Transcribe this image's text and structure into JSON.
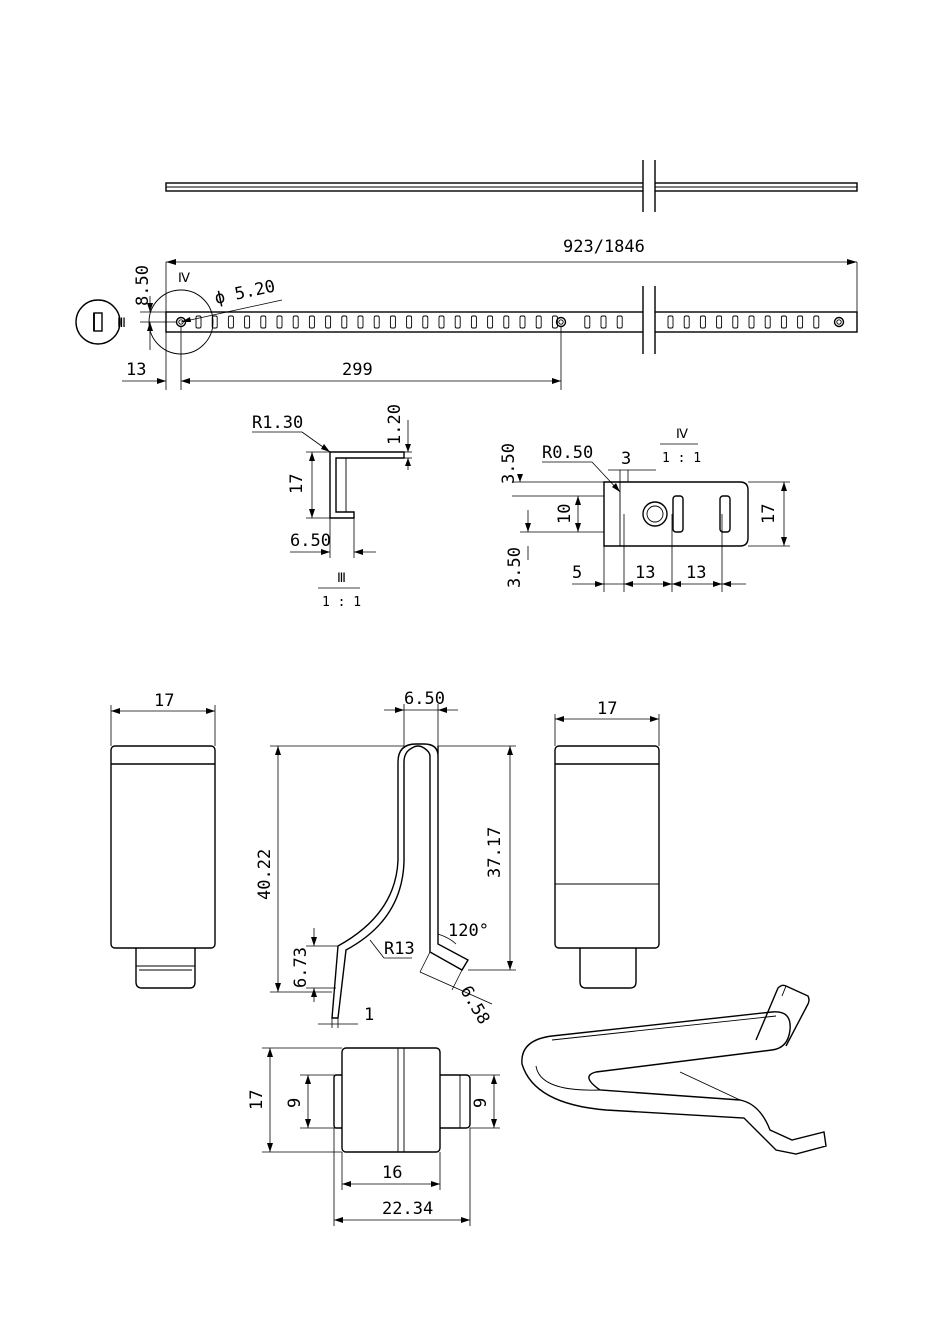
{
  "dims": {
    "total_length": "923/1846",
    "hole_dia": "ϕ 5.20",
    "top_offset": "8.50",
    "left_offset": "13",
    "hole_spacing": "299",
    "r_small": "R1.30",
    "thickness": "1.20",
    "height_17": "17",
    "flange": "6.50",
    "r_half": "R0.50",
    "d3": "3",
    "d3_50_top": "3.50",
    "d10": "10",
    "d3_50_bot": "3.50",
    "d5": "5",
    "d13a": "13",
    "d13b": "13",
    "d17_right": "17",
    "w17_left": "17",
    "top_6_50": "6.50",
    "h40_22": "40.22",
    "h37_17": "37.17",
    "r13": "R13",
    "angle": "120°",
    "d6_73": "6.73",
    "d6_58": "6.58",
    "d1": "1",
    "w17_right": "17",
    "v17": "17",
    "tab9_left": "9",
    "tab9_right": "9",
    "w16": "16",
    "w22_34": "22.34"
  },
  "labels": {
    "detail_iv_top": "Ⅳ",
    "detail_iii_side": "Ⅲ",
    "section_iii_name": "Ⅲ",
    "section_iii_scale": "1 : 1",
    "section_iv_name": "Ⅳ",
    "section_iv_scale": "1 : 1"
  }
}
